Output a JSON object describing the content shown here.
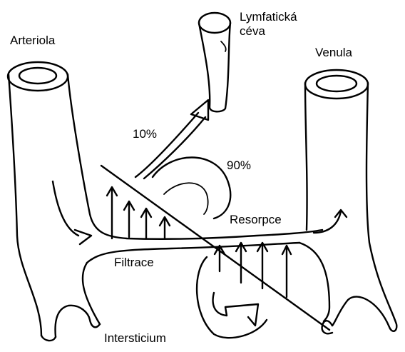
{
  "labels": {
    "arteriola": "Arteriola",
    "lymph_line1": "Lymfatická",
    "lymph_line2": "céva",
    "venula": "Venula",
    "ten_percent": "10%",
    "ninety_percent": "90%",
    "resorpce": "Resorpce",
    "filtrace": "Filtrace",
    "intersticium": "Intersticium"
  },
  "colors": {
    "ink": "#000000",
    "background": "#ffffff"
  }
}
